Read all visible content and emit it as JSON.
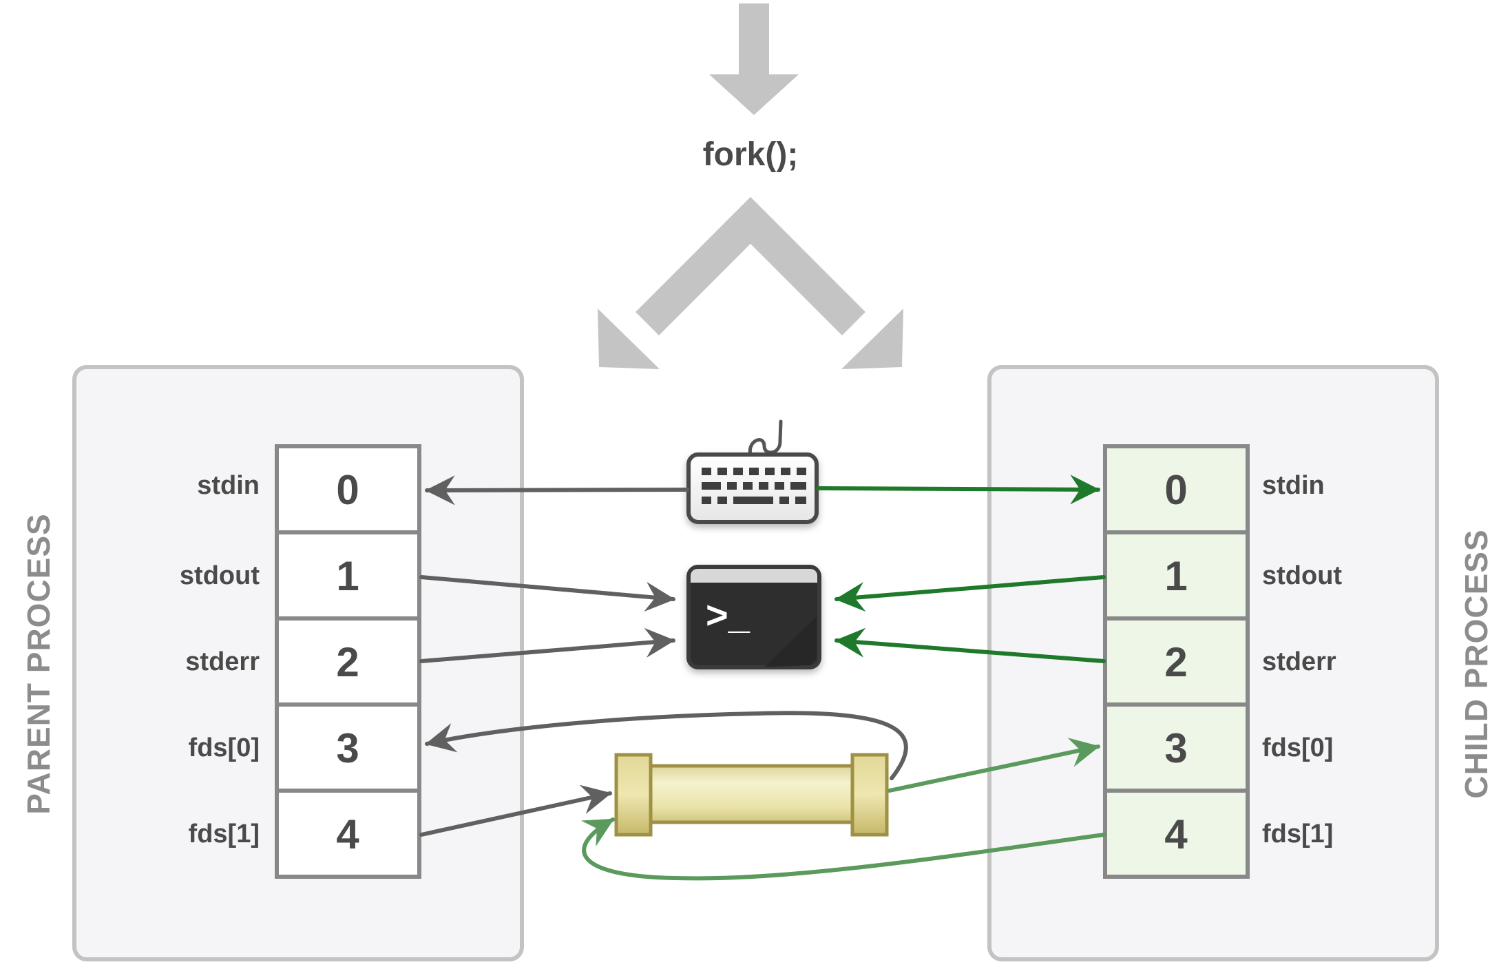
{
  "fork_call": "fork();",
  "parent": {
    "title": "PARENT PROCESS",
    "rows": [
      {
        "name": "stdin",
        "fd": "0"
      },
      {
        "name": "stdout",
        "fd": "1"
      },
      {
        "name": "stderr",
        "fd": "2"
      },
      {
        "name": "fds[0]",
        "fd": "3"
      },
      {
        "name": "fds[1]",
        "fd": "4"
      }
    ]
  },
  "child": {
    "title": "CHILD PROCESS",
    "rows": [
      {
        "name": "stdin",
        "fd": "0"
      },
      {
        "name": "stdout",
        "fd": "1"
      },
      {
        "name": "stderr",
        "fd": "2"
      },
      {
        "name": "fds[0]",
        "fd": "3"
      },
      {
        "name": "fds[1]",
        "fd": "4"
      }
    ]
  },
  "icons": {
    "keyboard": "keyboard-icon",
    "terminal": "terminal-icon",
    "pipe": "pipe-icon",
    "terminal_prompt": ">_"
  },
  "colors": {
    "parent_arrow": "#606060",
    "child_arrow_dark": "#1e7a2a",
    "child_arrow_light": "#5a9a5c",
    "child_cell_fill": "#eef6e8",
    "process_box_fill": "#f5f4f7",
    "fork_arrow": "#c4c4c4"
  }
}
